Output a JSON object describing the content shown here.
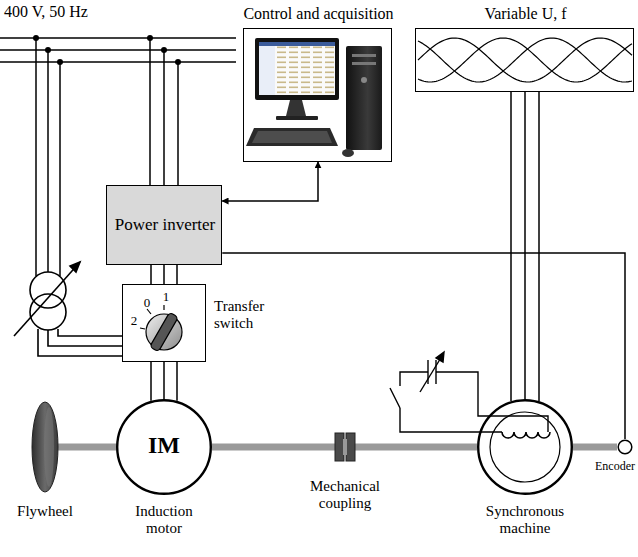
{
  "diagram": {
    "nodes": [
      {
        "text": [
          "Control and acquisition"
        ]
      },
      {
        "text": [
          "Variable U, f"
        ]
      },
      {
        "text": [
          "Power inverter"
        ]
      },
      {
        "text": [
          "0",
          "1",
          "2",
          "Transfer switch"
        ]
      },
      {
        "text": [
          "IM",
          "Induction motor"
        ]
      },
      {
        "text": [
          "Synchronous machine"
        ]
      },
      {
        "text": [
          "Encoder"
        ]
      }
    ],
    "edges": [
      {
        "from": 2,
        "to": 0,
        "arrow": "both"
      },
      {
        "from": 2,
        "to": 3,
        "arrow": "none"
      },
      {
        "from": 3,
        "to": 4,
        "arrow": "none"
      },
      {
        "from": 4,
        "to": 5,
        "arrow": "none"
      },
      {
        "from": 5,
        "to": 6,
        "arrow": "none"
      },
      {
        "from": 5,
        "to": 1,
        "arrow": "none"
      },
      {
        "from": 6,
        "to": 2,
        "arrow": "none"
      }
    ],
    "labels": [
      "400 V, 50 Hz",
      "Flywheel",
      "Mechanical coupling"
    ]
  }
}
